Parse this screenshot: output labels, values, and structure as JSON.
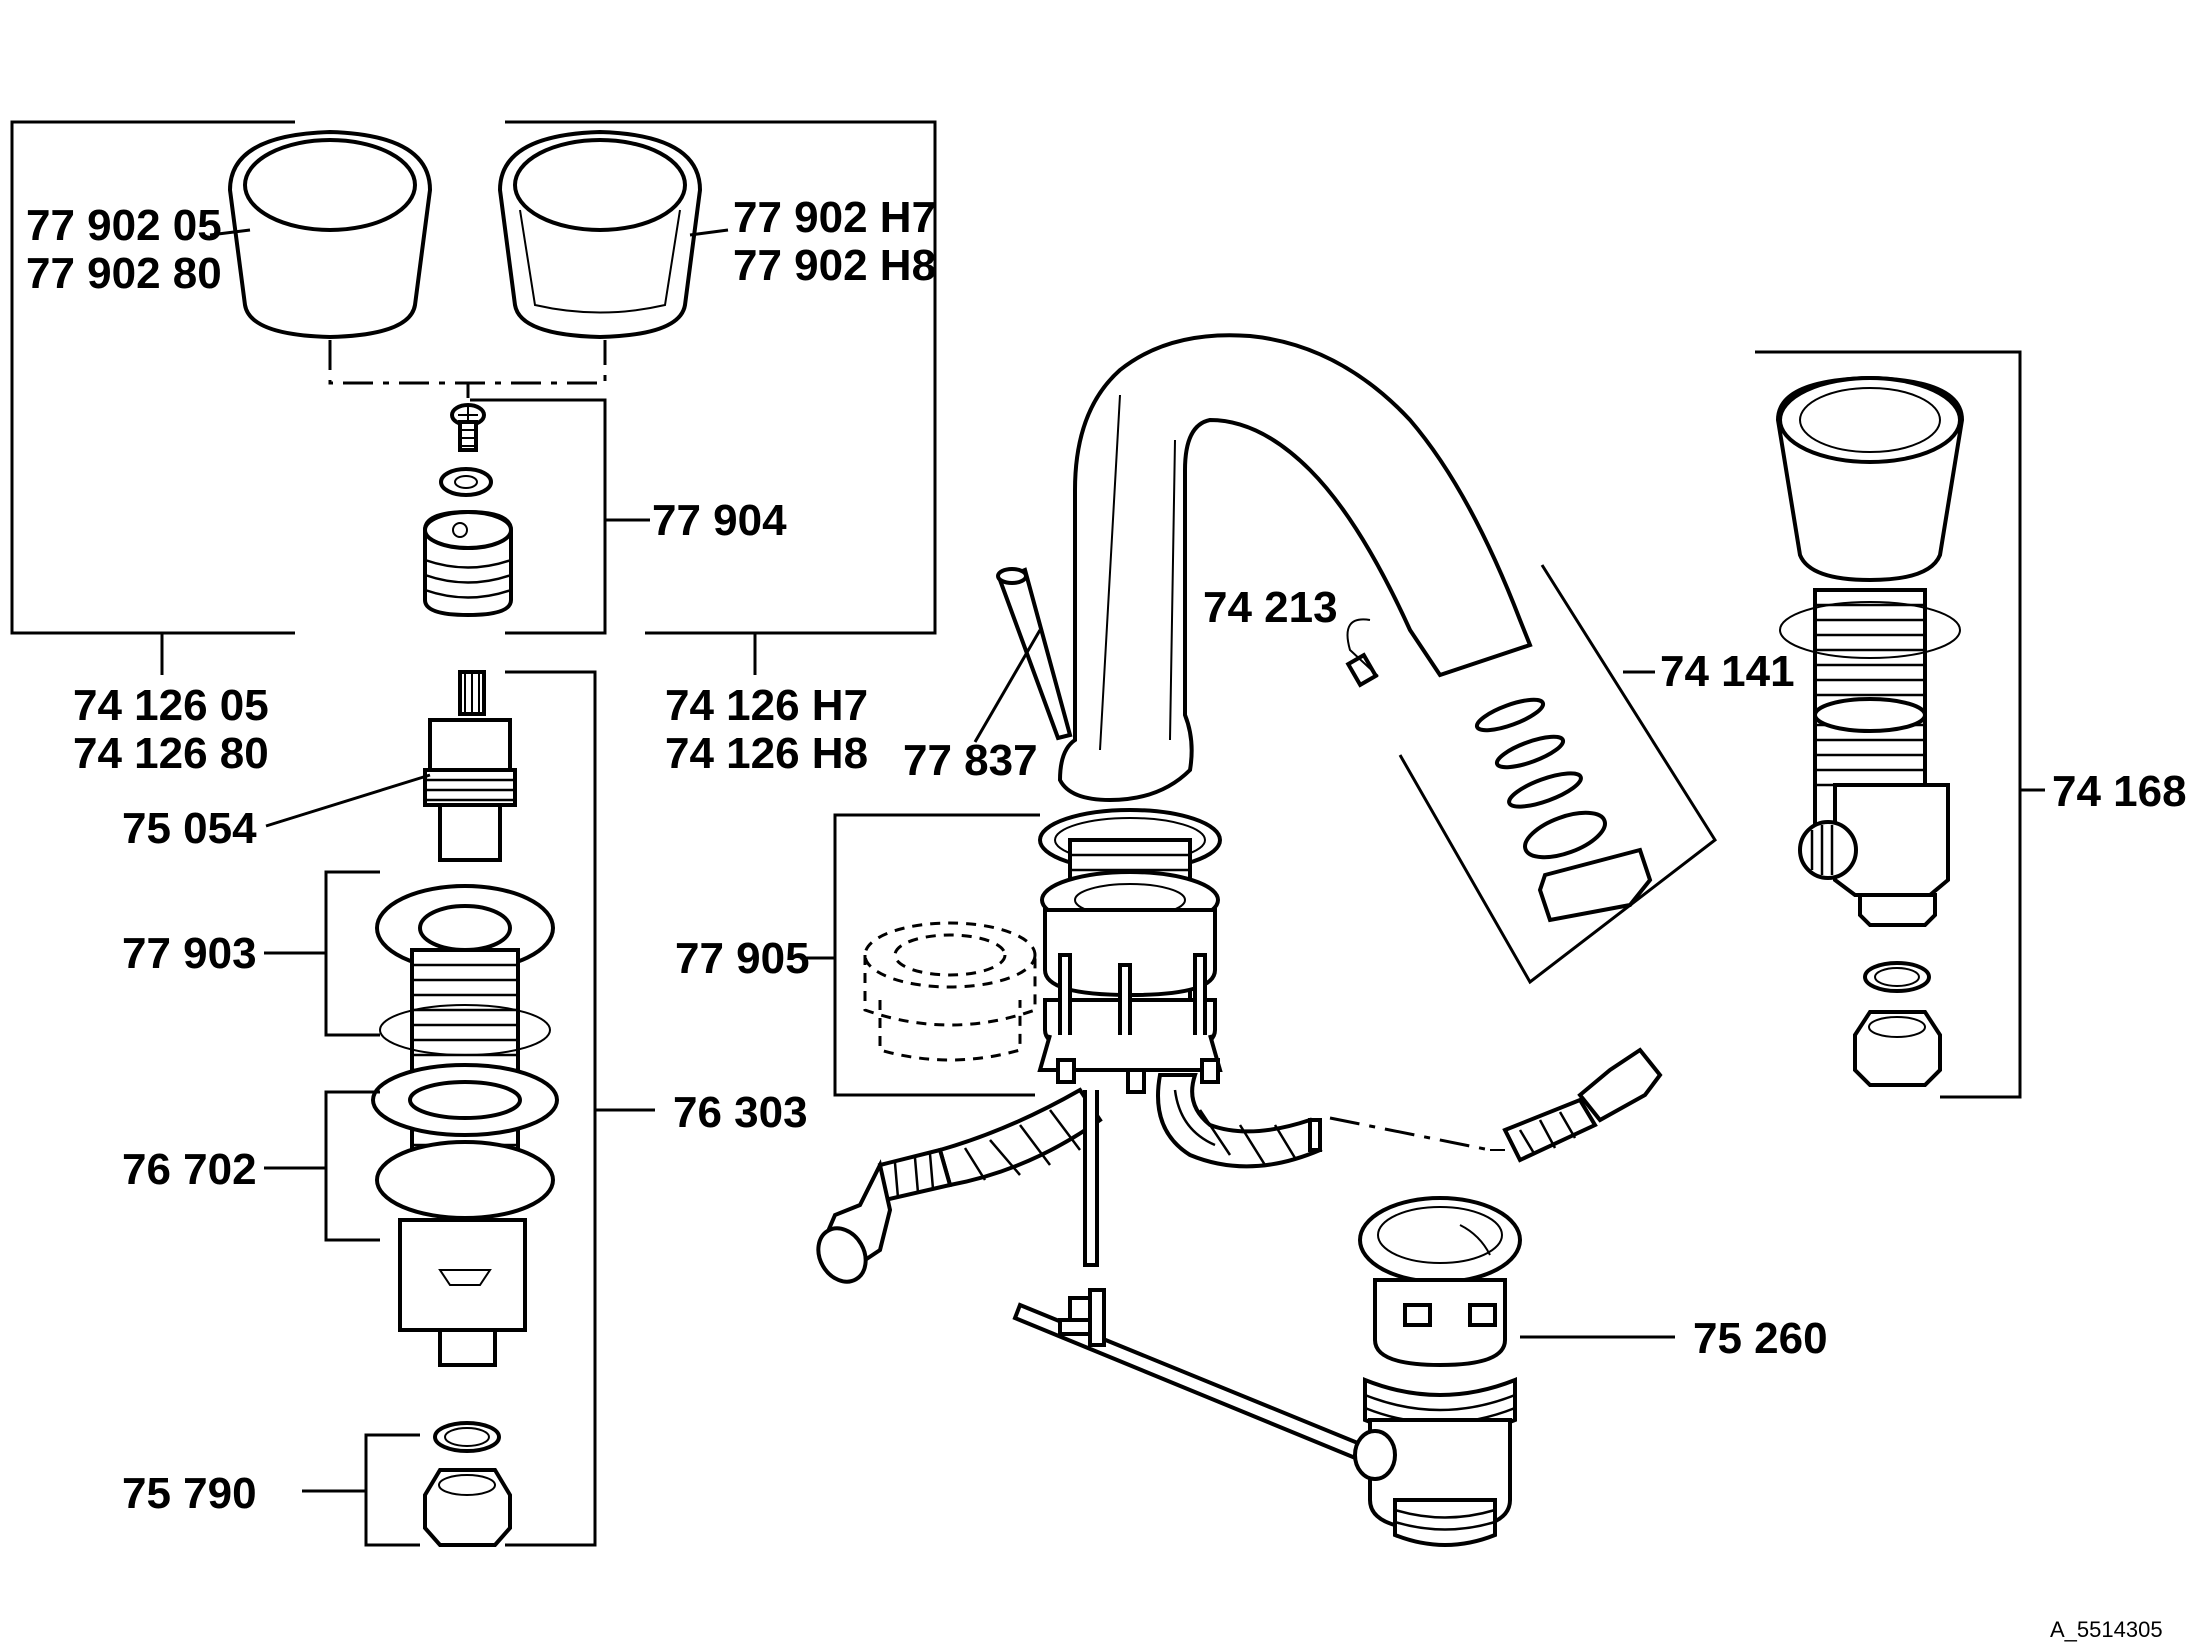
{
  "labels": {
    "p77902_05": "77 902 05",
    "p77902_80": "77 902 80",
    "p77902_H7": "77 902 H7",
    "p77902_H8": "77 902 H8",
    "p77904": "77 904",
    "p74126_05": "74 126 05",
    "p74126_80": "74 126 80",
    "p74126_H7": "74 126 H7",
    "p74126_H8": "74 126 H8",
    "p75054": "75 054",
    "p77903": "77 903",
    "p76702": "76 702",
    "p76303": "76 303",
    "p75790": "75 790",
    "p74213": "74 213",
    "p77837": "77 837",
    "p74141": "74 141",
    "p77905": "77 905",
    "p74168": "74 168",
    "p75260": "75 260"
  },
  "reference": "A_5514305"
}
